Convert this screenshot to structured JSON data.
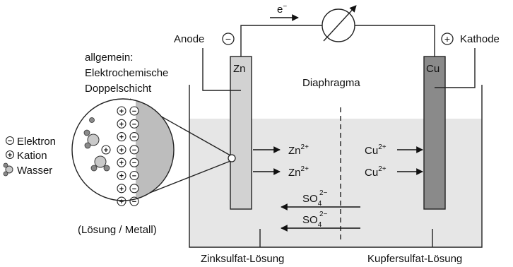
{
  "electron_label": "e",
  "electron_sup": "−",
  "anode_label": "Anode",
  "cathode_label": "Kathode",
  "anode_sign": "−",
  "cathode_sign": "+",
  "zn_electrode": "Zn",
  "cu_electrode": "Cu",
  "diaphragm_label": "Diaphragma",
  "general_lines": [
    "allgemein:",
    "Elektrochemische",
    "Doppelschicht"
  ],
  "legend": [
    {
      "sign": "−",
      "label": "Elektron"
    },
    {
      "sign": "+",
      "label": "Kation"
    },
    {
      "sign": "",
      "label": "Wasser"
    }
  ],
  "ions": {
    "zn": "Zn",
    "zn_charge": "2+",
    "cu": "Cu",
    "cu_charge": "2+",
    "so4": "SO",
    "so4_sub": "4",
    "so4_charge": "2−"
  },
  "interface_label": "(Lösung / Metall)",
  "zinc_solution": "Zinksulfat-Lösung",
  "copper_solution": "Kupfersulfat-Lösung",
  "colors": {
    "solution": "#e6e6e6",
    "zinc": "#d2d2d2",
    "copper": "#8a8a8a",
    "metal_half": "#bdbdbd",
    "line": "#222222"
  }
}
